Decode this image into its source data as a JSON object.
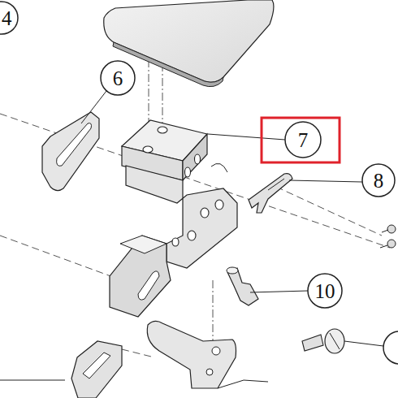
{
  "diagram": {
    "labels": [
      "4",
      "6",
      "7",
      "8",
      "10"
    ]
  }
}
